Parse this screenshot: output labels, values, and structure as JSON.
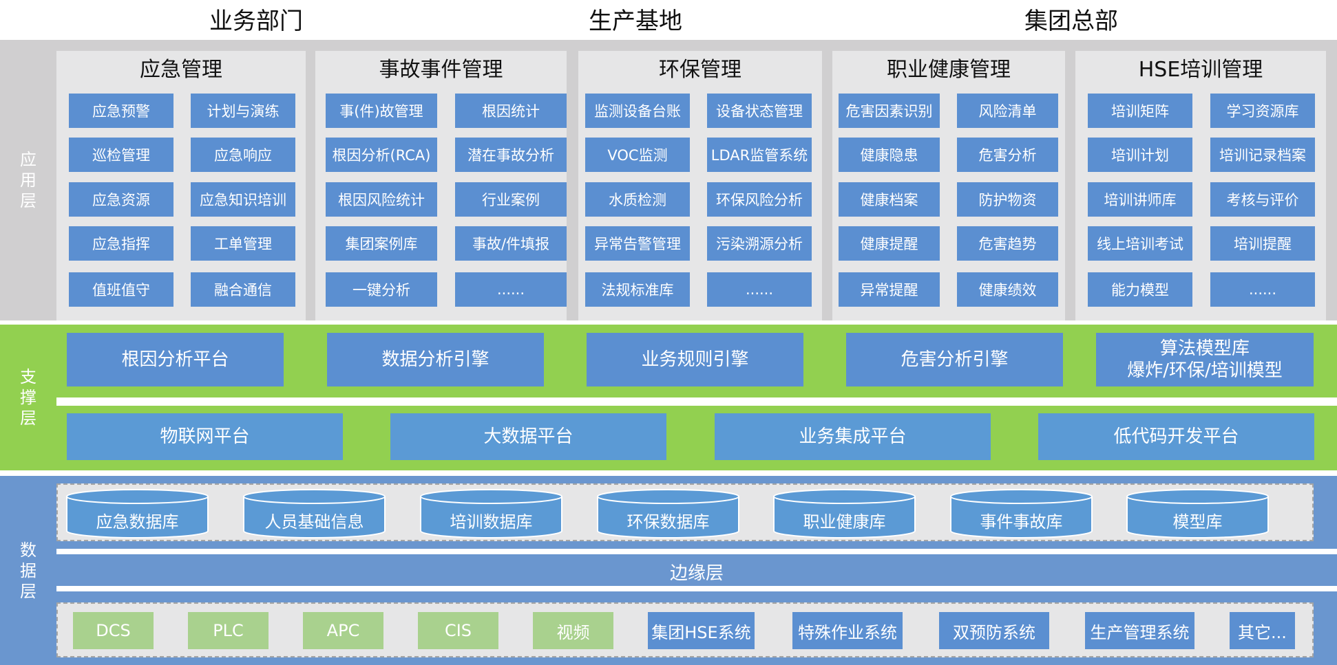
{
  "headers": {
    "business": "业务部门",
    "production": "生产基地",
    "group": "集团总部"
  },
  "layers": {
    "app": "应用层",
    "support": "支撑层",
    "data": "数据层"
  },
  "panels": [
    {
      "title": "应急管理",
      "items": [
        "应急预警",
        "计划与演练",
        "巡检管理",
        "应急响应",
        "应急资源",
        "应急知识培训",
        "应急指挥",
        "工单管理",
        "值班值守",
        "融合通信"
      ]
    },
    {
      "title": "事故事件管理",
      "items": [
        "事(件)故管理",
        "根因统计",
        "根因分析(RCA)",
        "潜在事故分析",
        "根因风险统计",
        "行业案例",
        "集团案例库",
        "事故/件填报",
        "一键分析",
        "......"
      ]
    },
    {
      "title": "环保管理",
      "items": [
        "监测设备台账",
        "设备状态管理",
        "VOC监测",
        "LDAR监管系统",
        "水质检测",
        "环保风险分析",
        "异常告警管理",
        "污染溯源分析",
        "法规标准库",
        "......"
      ]
    },
    {
      "title": "职业健康管理",
      "items": [
        "危害因素识别",
        "风险清单",
        "健康隐患",
        "危害分析",
        "健康档案",
        "防护物资",
        "健康提醒",
        "危害趋势",
        "异常提醒",
        "健康绩效"
      ]
    },
    {
      "title": "HSE培训管理",
      "items": [
        "培训矩阵",
        "学习资源库",
        "培训计划",
        "培训记录档案",
        "培训讲师库",
        "考核与评价",
        "线上培训考试",
        "培训提醒",
        "能力模型",
        "......"
      ]
    }
  ],
  "support_row1": [
    "根因分析平台",
    "数据分析引擎",
    "业务规则引擎",
    "危害分析引擎"
  ],
  "support_algo": {
    "line1": "算法模型库",
    "line2": "爆炸/环保/培训模型"
  },
  "support_row2": [
    "物联网平台",
    "大数据平台",
    "业务集成平台",
    "低代码开发平台"
  ],
  "databases": [
    "应急数据库",
    "人员基础信息",
    "培训数据库",
    "环保数据库",
    "职业健康库",
    "事件事故库",
    "模型库"
  ],
  "edge_layer": "边缘层",
  "sources_green": [
    "DCS",
    "PLC",
    "APC",
    "CIS",
    "视频"
  ],
  "sources_blue": [
    "集团HSE系统",
    "特殊作业系统",
    "双预防系统",
    "生产管理系统",
    "其它..."
  ],
  "colors": {
    "module_blue": "#5b8fd1",
    "support_green": "#92d050",
    "data_blue": "#6a96cf",
    "source_green": "#a9d18e",
    "panel_gray": "#e6e6e7"
  }
}
